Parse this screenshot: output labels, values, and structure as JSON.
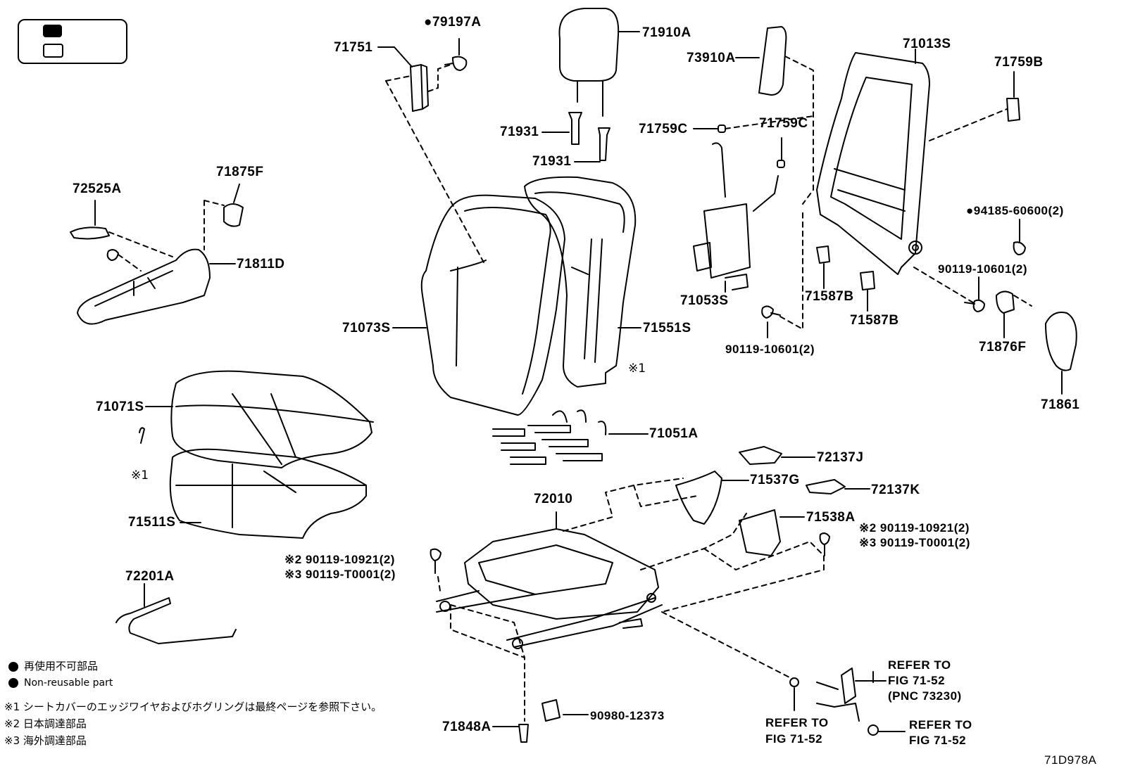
{
  "labels": {
    "p79197A": "●79197A",
    "p71751": "71751",
    "p71910A": "71910A",
    "p71931a": "71931",
    "p71931b": "71931",
    "p73910A": "73910A",
    "p71013S": "71013S",
    "p71759B": "71759B",
    "p71759C_a": "71759C",
    "p71759C_b": "71759C",
    "p72525A": "72525A",
    "p71875F": "71875F",
    "p71811D": "71811D",
    "p94185": "●94185-60600(2)",
    "p90119_10601_r": "90119-10601(2)",
    "p71053S": "71053S",
    "p71587B_a": "71587B",
    "p71587B_b": "71587B",
    "p90119_10601_c": "90119-10601(2)",
    "p71876F": "71876F",
    "p71073S": "71073S",
    "p71551S": "71551S",
    "p71861": "71861",
    "pNote1a": "※1",
    "p71071S": "71071S",
    "p71051A": "71051A",
    "pNote1b": "※1",
    "p72137J": "72137J",
    "p71537G": "71537G",
    "p72137K": "72137K",
    "p71511S": "71511S",
    "p72010": "72010",
    "p71538A": "71538A",
    "p_r_10921": "※2 90119-10921(2)",
    "p_r_T0001": "※3 90119-T0001(2)",
    "p_l_10921": "※2 90119-10921(2)",
    "p_l_T0001": "※3 90119-T0001(2)",
    "p72201A": "72201A",
    "p71848A": "71848A",
    "p90980": "90980-12373",
    "refer1": "REFER TO",
    "refer1b": "FIG 71-52",
    "refer2": "REFER TO",
    "refer2b": "FIG 71-52",
    "refer3": "REFER TO",
    "refer3b": "FIG 71-52",
    "refer3c": "(PNC 73230)",
    "code": "71D978A"
  },
  "notes": {
    "nonreusable_jp": "再使用不可部品",
    "nonreusable_en": "Non-reusable part",
    "n1": "※1 シートカバーのエッジワイヤおよびホグリングは最終ページを参照下さい。",
    "n2": "※2 日本調達部品",
    "n3": "※3 海外調達部品"
  }
}
